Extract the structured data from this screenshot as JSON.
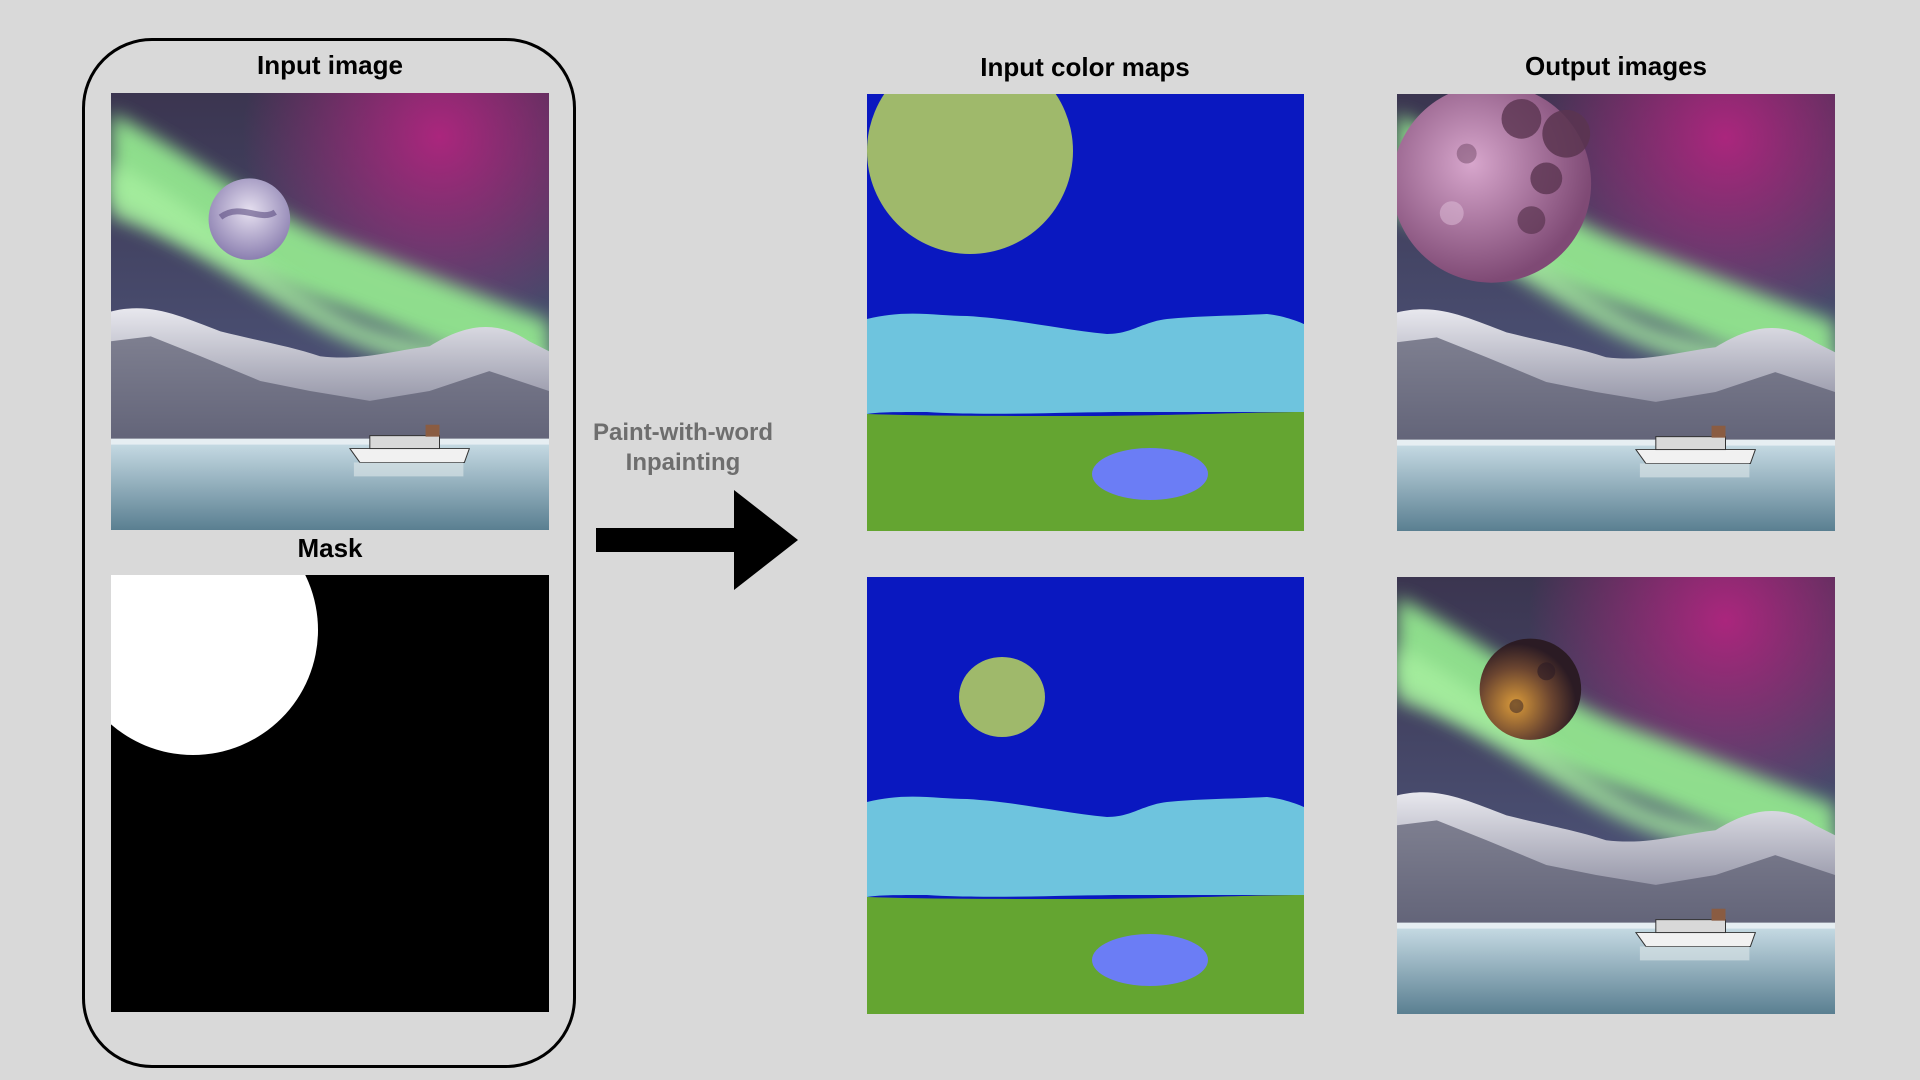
{
  "input_group": {
    "title": "Input image",
    "mask_title": "Mask"
  },
  "arrow": {
    "line1": "Paint-with-word",
    "line2": "Inpainting"
  },
  "color_maps": {
    "title": "Input color maps"
  },
  "outputs": {
    "title": "Output images"
  },
  "colors": {
    "background": "#d9d9d9",
    "sky_blue": "#0a18c0",
    "moon_green": "#9fb96b",
    "mountain_cyan": "#6ec4de",
    "ground_green": "#64a531",
    "lake_blue": "#6b7df5"
  }
}
